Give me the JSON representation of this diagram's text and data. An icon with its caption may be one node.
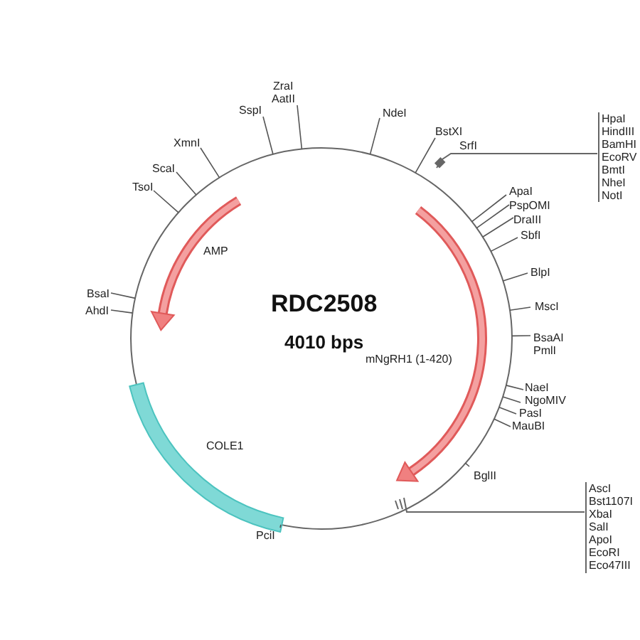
{
  "diagram": {
    "labels": [
      "RDC2508",
      "4010 bps",
      "mNgRH1 (1-420)",
      "AMP",
      "COLE1",
      "ZraI",
      "AatII",
      "SspI",
      "NdeI",
      "XmnI",
      "ScaI",
      "TsoI",
      "BstXI",
      "SrfI",
      "HpaI",
      "HindIII",
      "BamHI",
      "EcoRV",
      "BmtI",
      "NheI",
      "NotI",
      "ApaI",
      "PspOMI",
      "DraIII",
      "SbfI",
      "BlpI",
      "MscI",
      "BsaAI",
      "PmlI",
      "NaeI",
      "NgoMIV",
      "PasI",
      "MauBI",
      "BglII",
      "BsaI",
      "AhdI",
      "AscI",
      "Bst1107I",
      "XbaI",
      "SalI",
      "ApoI",
      "EcoRI",
      "Eco47III",
      "PciI"
    ]
  }
}
